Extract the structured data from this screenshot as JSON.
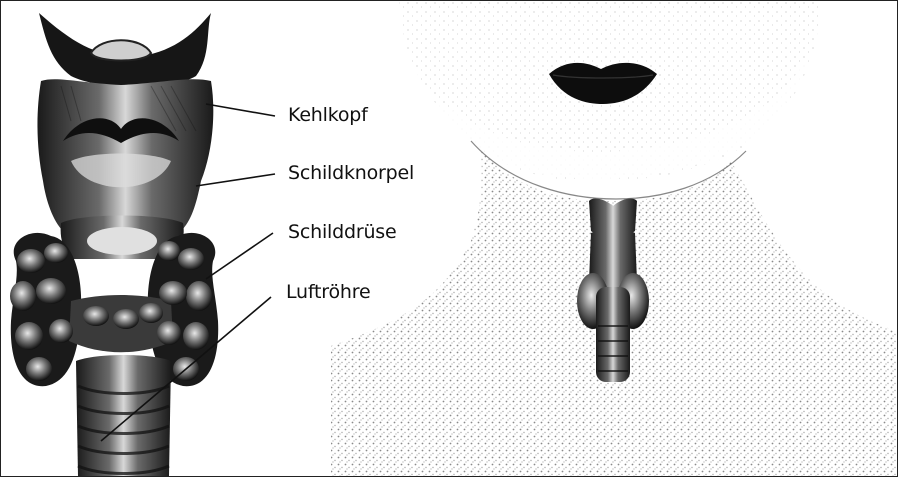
{
  "labels": {
    "larynx": "Kehlkopf",
    "thyroid_cartilage": "Schildknorpel",
    "thyroid_gland": "Schilddrüse",
    "trachea": "Luftröhre"
  },
  "colors": {
    "ink": "#111111",
    "stipple": "#9a9a9a",
    "background": "#ffffff"
  }
}
